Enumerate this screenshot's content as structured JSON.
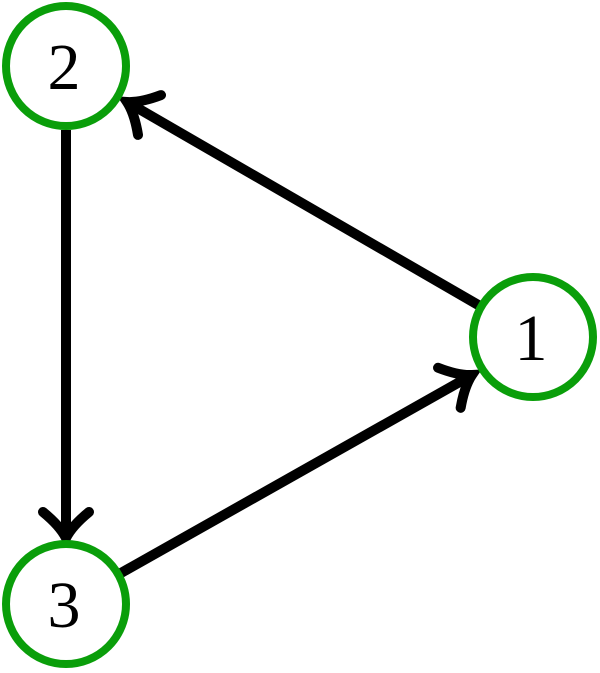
{
  "diagram": {
    "type": "directed-graph",
    "description": "Three-node directed cycle graph",
    "nodes": [
      {
        "id": "2",
        "label": "2",
        "position": "top-left"
      },
      {
        "id": "1",
        "label": "1",
        "position": "middle-right"
      },
      {
        "id": "3",
        "label": "3",
        "position": "bottom-left"
      }
    ],
    "edges": [
      {
        "from": "1",
        "to": "2"
      },
      {
        "from": "2",
        "to": "3"
      },
      {
        "from": "3",
        "to": "1"
      }
    ],
    "colors": {
      "node_stroke": "#0a9e0a",
      "node_fill": "#ffffff",
      "edge": "#000000",
      "label": "#000000"
    }
  }
}
